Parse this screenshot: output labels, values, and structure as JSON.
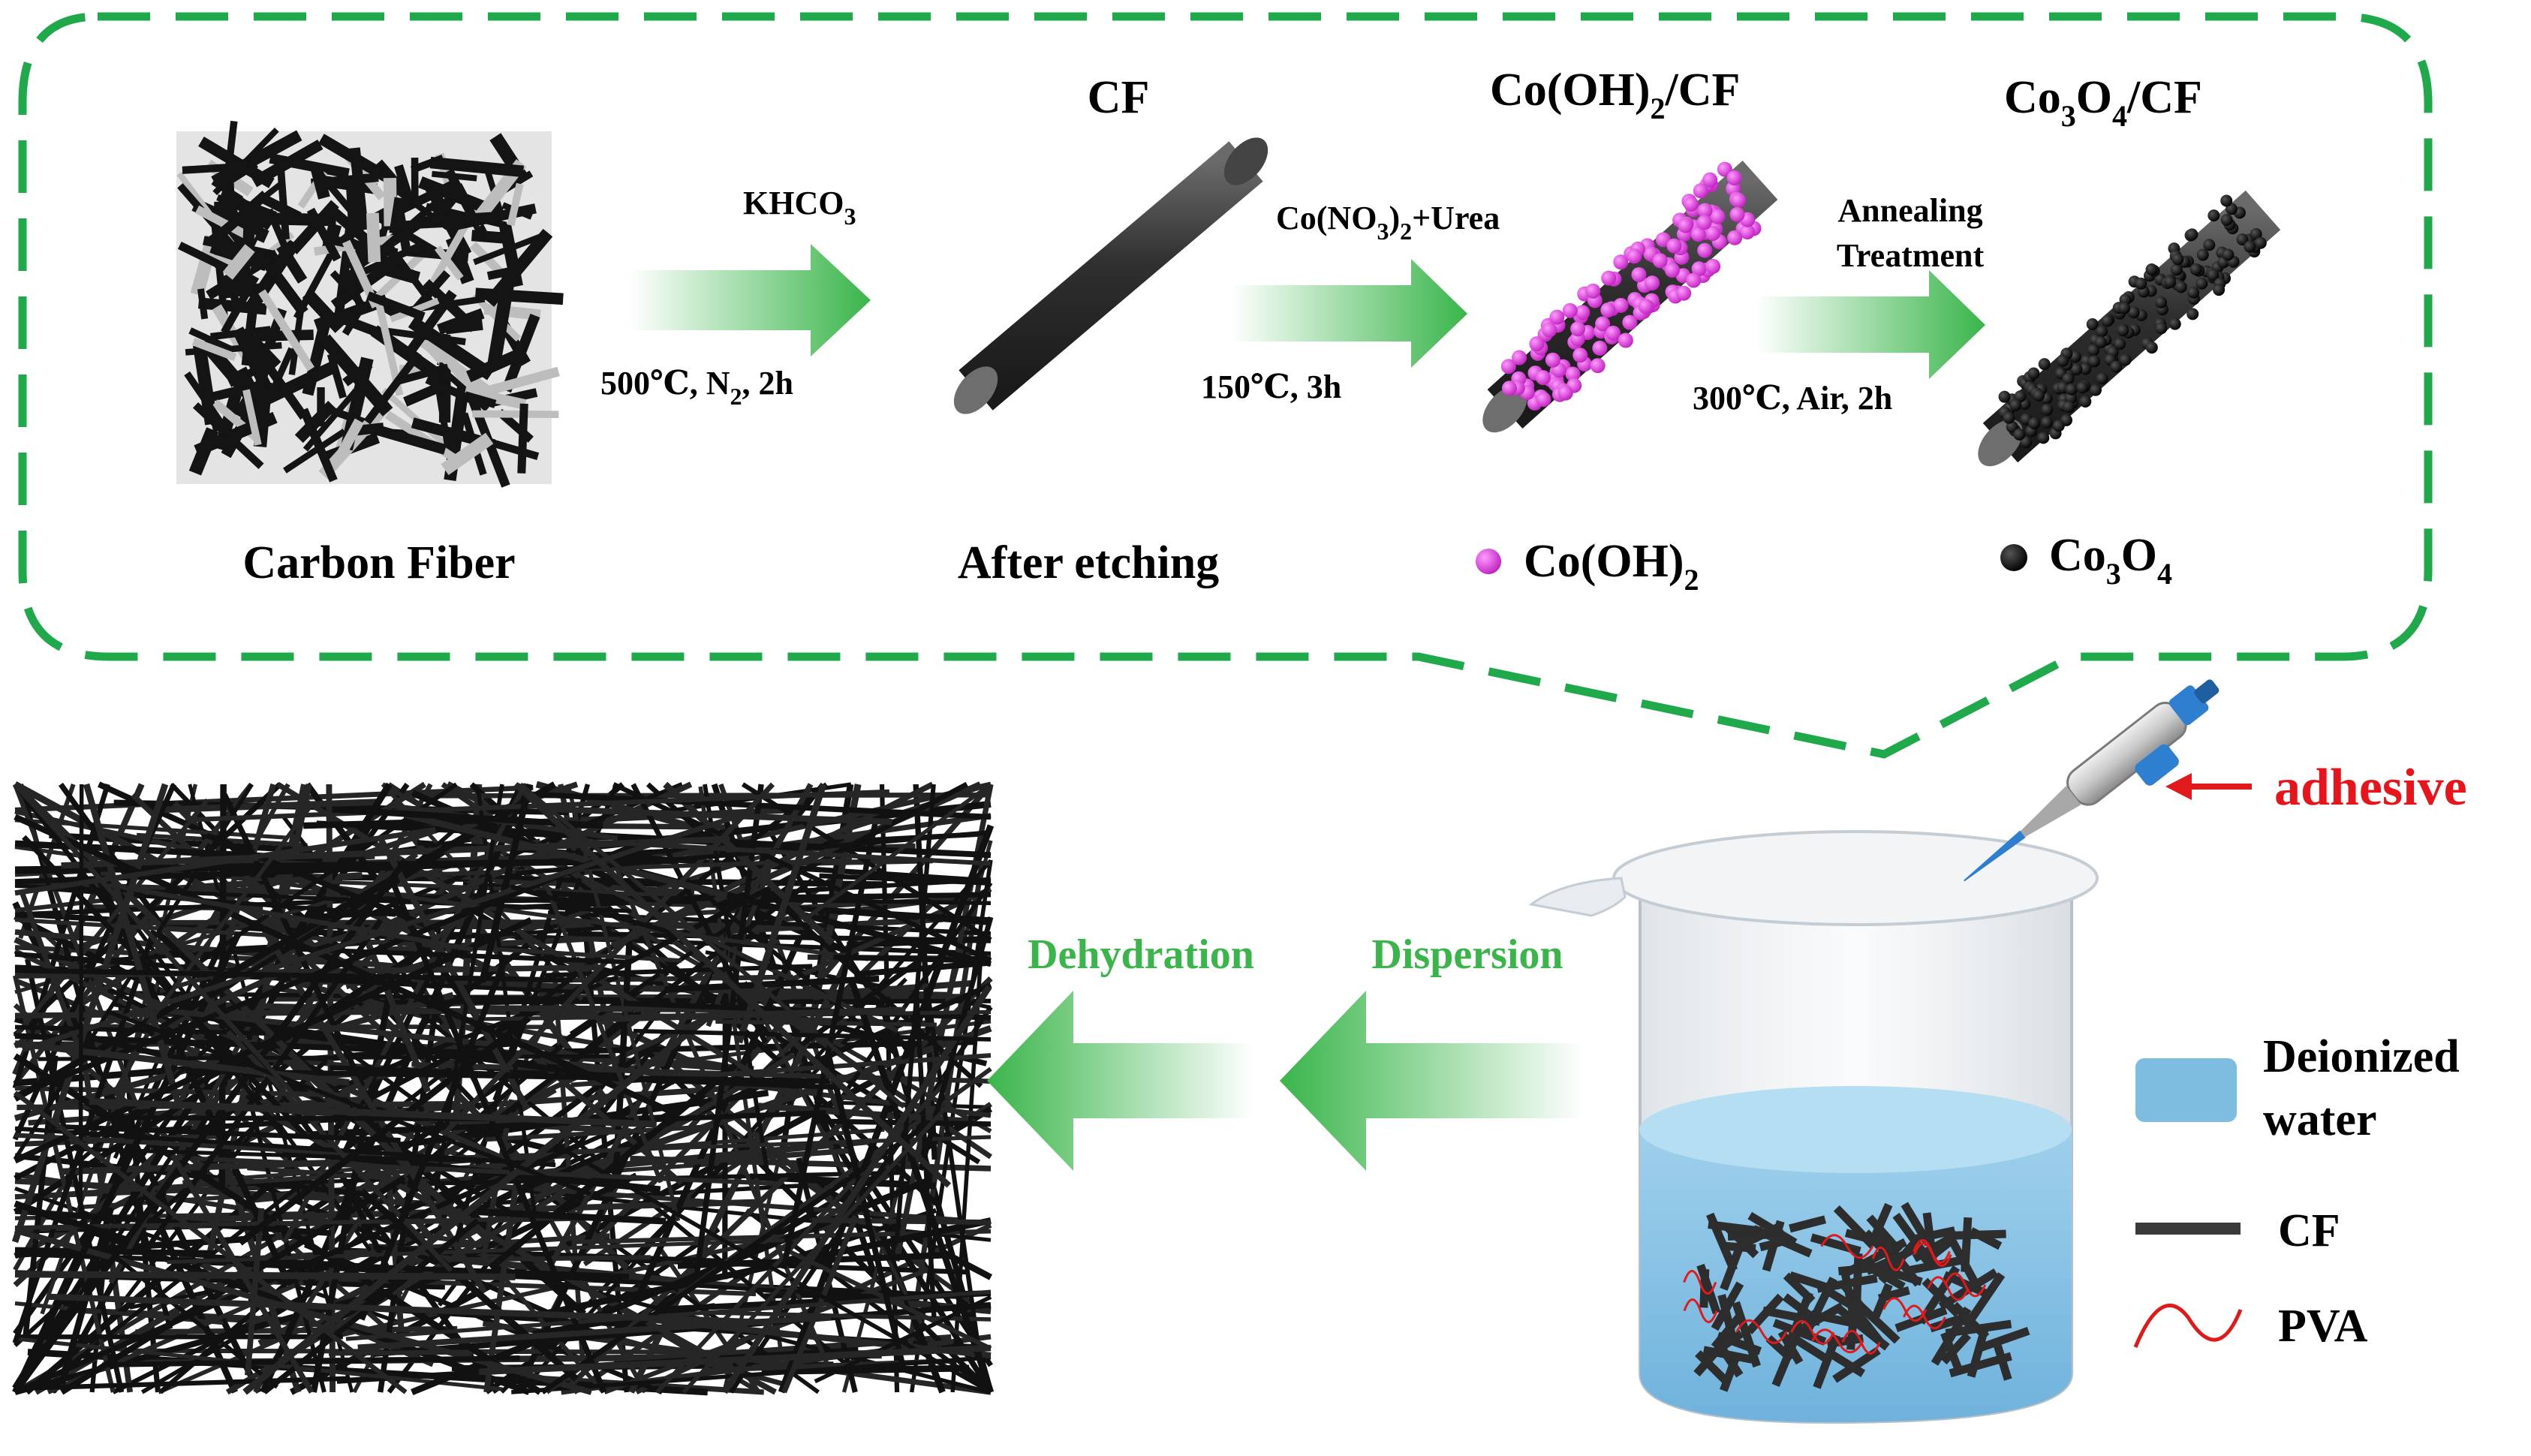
{
  "stages": {
    "carbon_fiber_label": "Carbon Fiber",
    "cf_title": "CF",
    "after_etching_label": "After etching",
    "cooh_title": "Co(OH)",
    "cooh_title_sub": "2",
    "cooh_title_tail": "/CF",
    "co3o4_title_a": "Co",
    "co3o4_title_sub1": "3",
    "co3o4_title_b": "O",
    "co3o4_title_sub2": "4",
    "co3o4_title_tail": "/CF"
  },
  "steps": {
    "step1_top": "KHCO",
    "step1_top_sub": "3",
    "step1_bottom_a": "500℃, N",
    "step1_bottom_sub": "2",
    "step1_bottom_b": ", 2h",
    "step2_top_a": "Co(NO",
    "step2_top_sub": "3",
    "step2_top_b": ")",
    "step2_top_sub2": "2",
    "step2_top_c": "+Urea",
    "step2_bottom": "150℃, 3h",
    "step3_top_line1": "Annealing",
    "step3_top_line2": "Treatment",
    "step3_bottom": "300℃, Air, 2h"
  },
  "particle_legend": {
    "cooh_a": "Co(OH)",
    "cooh_sub": "2",
    "co3o4_a": "Co",
    "co3o4_sub1": "3",
    "co3o4_b": "O",
    "co3o4_sub2": "4"
  },
  "process": {
    "dispersion": "Dispersion",
    "dehydration": "Dehydration",
    "adhesive": "adhesive"
  },
  "legend": {
    "water_line1": "Deionized",
    "water_line2": "water",
    "cf": "CF",
    "pva": "PVA"
  },
  "colors": {
    "dash_border": "#1fa94a",
    "arrow_green": "#39b54a",
    "fiber": "#3a3a3a",
    "cooh_particle": "#e040e0",
    "co3o4_particle": "#111111",
    "water": "#7fbde0",
    "pva": "#e01a1a",
    "adhesive_arrow": "#e01a1a"
  }
}
